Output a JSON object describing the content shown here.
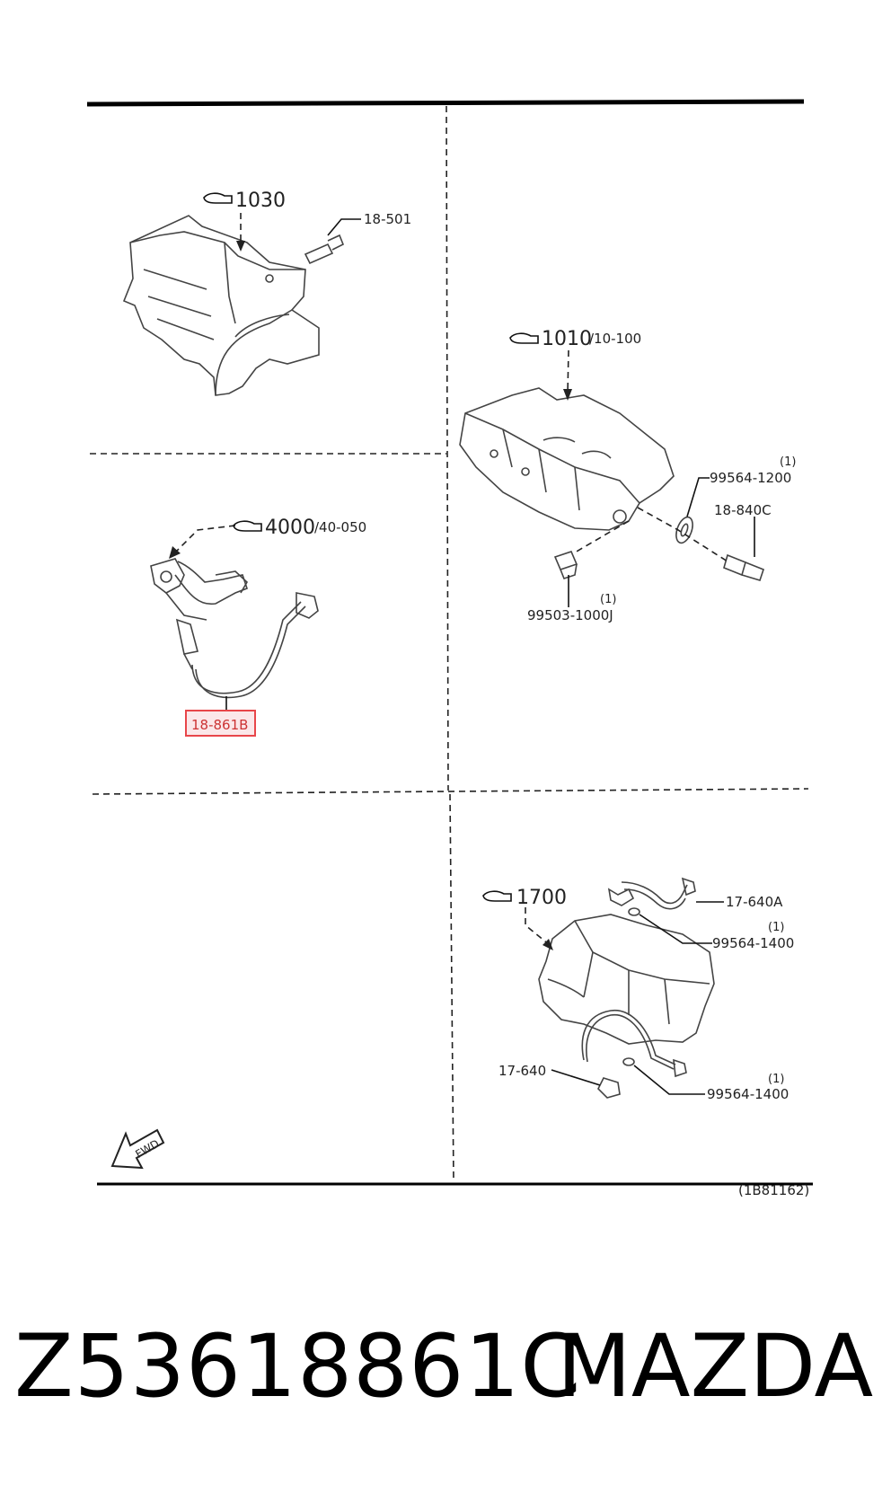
{
  "diagram": {
    "ref_block_ref": "1030",
    "ref_cylinder_head": "1010",
    "ref_cylinder_head_sub": "/10-100",
    "ref_exhaust": "4000",
    "ref_exhaust_sub": "/40-050",
    "ref_transmission": "1700",
    "part_18_501": "18-501",
    "part_18_861b": "18-861B",
    "part_99564_1200": "99564-1200",
    "part_99564_1200_qty": "(1)",
    "part_18_840c": "18-840C",
    "part_99503_1000j": "99503-1000J",
    "part_99503_1000j_qty": "(1)",
    "part_17_640a": "17-640A",
    "part_99564_1400_a": "99564-1400",
    "part_99564_1400_a_qty": "(1)",
    "part_17_640": "17-640",
    "part_99564_1400_b": "99564-1400",
    "part_99564_1400_b_qty": "(1)",
    "fwd_label": "FWD",
    "diagram_code": "(1B81162)",
    "highlight_color": "#e8464a"
  },
  "footer": {
    "part_number": "Z53618861C",
    "brand": "MAZDA"
  }
}
